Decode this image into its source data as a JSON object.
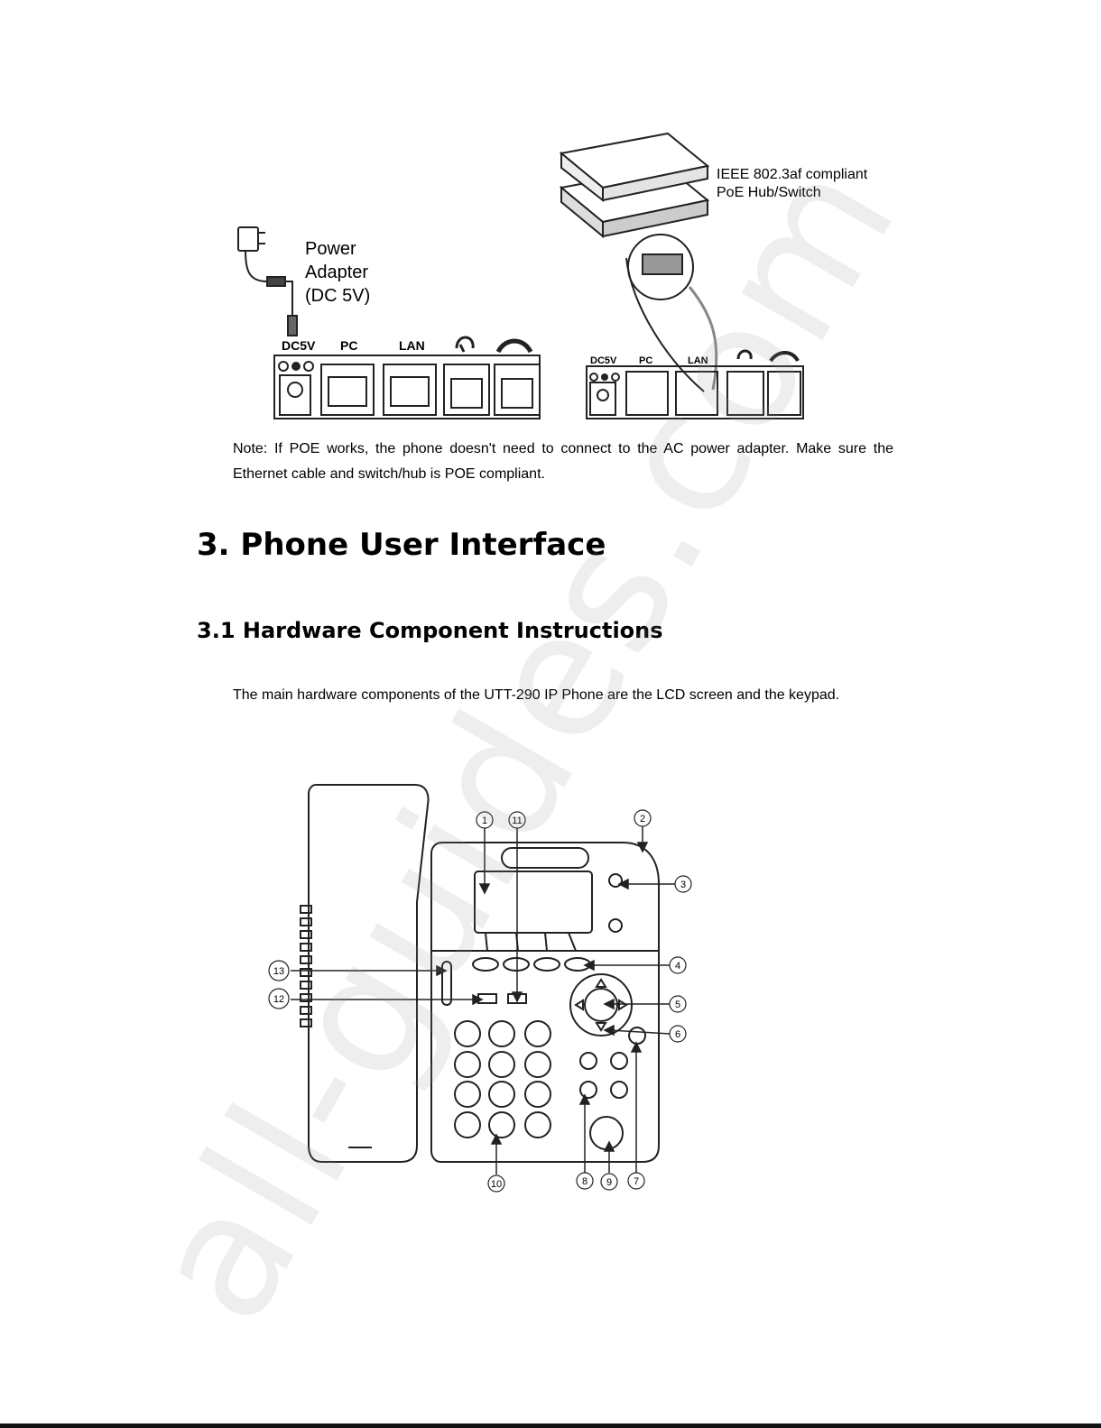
{
  "figure_top": {
    "power_adapter_label": [
      "Power",
      "Adapter",
      "(DC 5V)"
    ],
    "poe_label": [
      "IEEE 802.3af compliant",
      "PoE Hub/Switch"
    ],
    "ports_left": {
      "dc5v": "DC5V",
      "pc": "PC",
      "lan": "LAN"
    },
    "ports_right": {
      "dc5v": "DC5V",
      "pc": "PC",
      "lan": "LAN"
    }
  },
  "note": {
    "text": "Note: If POE works, the phone doesn't need to connect to the AC power adapter. Make sure the Ethernet cable and switch/hub is POE compliant."
  },
  "section": {
    "title": "3. Phone User Interface",
    "subtitle": "3.1 Hardware Component Instructions",
    "paragraph": "The main hardware components of the UTT-290 IP Phone are the LCD screen and the keypad."
  },
  "callouts": [
    "1",
    "2",
    "3",
    "4",
    "5",
    "6",
    "7",
    "8",
    "9",
    "10",
    "11",
    "12",
    "13"
  ],
  "watermark": "all-guides.com"
}
